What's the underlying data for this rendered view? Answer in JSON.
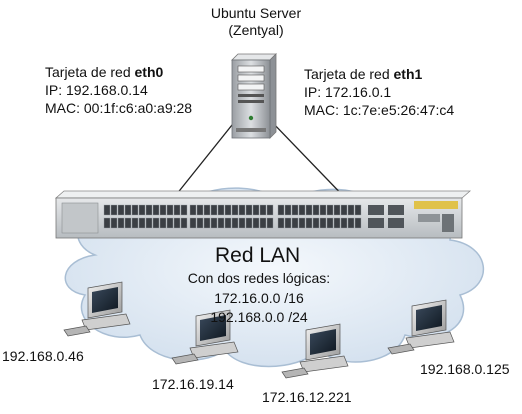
{
  "server": {
    "name": "Ubuntu Server",
    "software": "(Zentyal)"
  },
  "eth0": {
    "label_prefix": "Tarjeta de red ",
    "label_iface": "eth0",
    "ip": "IP: 192.168.0.14",
    "mac": "MAC: 00:1f:c6:a0:a9:28"
  },
  "eth1": {
    "label_prefix": "Tarjeta de red ",
    "label_iface": "eth1",
    "ip": "IP: 172.16.0.1",
    "mac": "MAC: 1c:7e:e5:26:47:c4"
  },
  "lan": {
    "title": "Red LAN",
    "subtitle": "Con dos redes lógicas:",
    "net1": "172.16.0.0 /16",
    "net2": "192.168.0.0 /24"
  },
  "clients": [
    {
      "ip": "192.168.0.46"
    },
    {
      "ip": "172.16.19.14"
    },
    {
      "ip": "172.16.12.221"
    },
    {
      "ip": "192.168.0.125"
    }
  ],
  "colors": {
    "cloud_fill": "#dde8f3",
    "cloud_stroke": "#a9bed4",
    "link": "#222222",
    "switch_body": "#cfd3d6",
    "port": "#3b3f44",
    "server_body": "#c4c7cb"
  }
}
